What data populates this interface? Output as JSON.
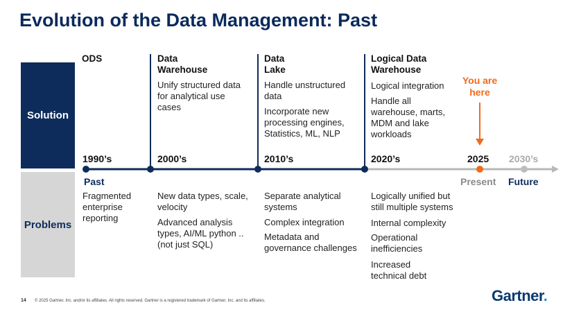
{
  "title": "Evolution of the Data Management: Past",
  "sidebar": {
    "solution": "Solution",
    "problems": "Problems"
  },
  "columns": [
    {
      "heading": "ODS",
      "era": "1990’s",
      "solutions": [],
      "problems": [
        "Fragmented enterprise reporting"
      ]
    },
    {
      "heading": "Data Warehouse",
      "era": "2000’s",
      "solutions": [
        "Unify structured data for analytical use cases"
      ],
      "problems": [
        "New data types, scale, velocity",
        "Advanced analysis types, AI/ML python .. (not just SQL)"
      ]
    },
    {
      "heading": "Data Lake",
      "era": "2010’s",
      "solutions": [
        "Handle unstructured data",
        "Incorporate new processing engines, Statistics, ML, NLP"
      ],
      "problems": [
        "Separate analytical systems",
        "Complex integration",
        "Metadata and governance challenges"
      ]
    },
    {
      "heading": "Logical Data Warehouse",
      "era": "2020’s",
      "solutions": [
        "Logical integration",
        "Handle all warehouse, marts, MDM and lake workloads"
      ],
      "problems": [
        "Logically unified but still multiple systems",
        "Internal complexity",
        "Operational inefficiencies",
        "Increased technical debt"
      ]
    }
  ],
  "timeline": {
    "past_label": "Past",
    "present_year": "2025",
    "present_label": "Present",
    "future_year": "2030’s",
    "future_label": "Future",
    "you_are_here": "You are here"
  },
  "footer": {
    "page_number": "14",
    "copyright": "© 2025 Gartner, Inc. and/or its affiliates. All rights reserved. Gartner is a registered trademark of Gartner, Inc. and its affiliates.",
    "logo": "Gartner"
  },
  "colors": {
    "navy": "#0e2c5b",
    "orange": "#f26a1b",
    "gray": "#9a9a9a",
    "light_gray": "#d6d6d6",
    "logo_blue": "#0b3a6f"
  }
}
